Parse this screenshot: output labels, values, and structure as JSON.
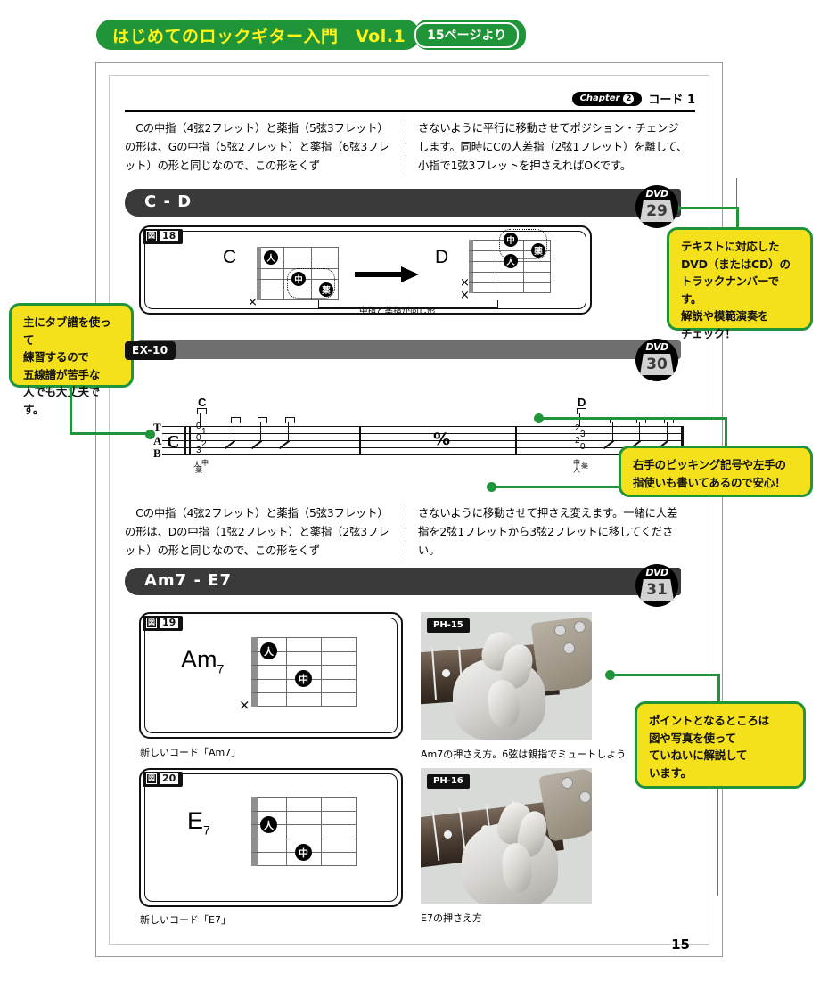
{
  "banner": {
    "title": "はじめてのロックギター入門　Vol.1",
    "subtitle": "15ページより"
  },
  "chapter": {
    "pill_word": "Chapter",
    "pill_number": "2",
    "label": "コード 1"
  },
  "text_block_1": {
    "left": "Cの中指（4弦2フレット）と薬指（5弦3フレット）の形は、Gの中指（5弦2フレット）と薬指（6弦3フレット）の形と同じなので、この形をくず",
    "right": "さないように平行に移動させてポジション・チェンジします。同時にCの人差指（2弦1フレット）を離して、小指で1弦3フレットを押さえればOKです。"
  },
  "section_cd": {
    "title": "C - D",
    "dvd_word": "DVD",
    "dvd_number": "29"
  },
  "figure_18": {
    "tag_symbol": "図",
    "tag_number": "18",
    "chord_left": "C",
    "chord_right": "D",
    "note": "中指と薬指が同じ形",
    "left_dots": [
      "人",
      "中",
      "薬"
    ],
    "right_dots": [
      "中",
      "薬",
      "人"
    ],
    "left_mute": "×",
    "right_mute": [
      "×",
      "×"
    ]
  },
  "section_ex10": {
    "tag": "EX-10",
    "dvd_word": "DVD",
    "dvd_number": "30"
  },
  "notation": {
    "clef_letters": [
      "T",
      "A",
      "B"
    ],
    "time_signature": "C",
    "chord_1": "C",
    "chord_2": "D",
    "tab_numbers_1": [
      "0",
      "1",
      "0",
      "2",
      "3"
    ],
    "tab_numbers_2": [
      "2",
      "3",
      "2",
      "0"
    ],
    "fingering_1": [
      "人",
      "中",
      "薬"
    ],
    "fingering_2": [
      "中",
      "薬",
      "人"
    ],
    "repeat_symbol": "%"
  },
  "text_block_2": {
    "left": "Cの中指（4弦2フレット）と薬指（5弦3フレット）の形は、Dの中指（1弦2フレット）と薬指（2弦3フレット）の形と同じなので、この形をくず",
    "right": "さないように移動させて押さえ変えます。一緒に人差指を2弦1フレットから3弦2フレットに移してください。"
  },
  "section_am7": {
    "title": "Am7 - E7",
    "title_main": "Am",
    "title_sub1": "7",
    "title_sep": " - E",
    "title_sub2": "7",
    "dvd_word": "DVD",
    "dvd_number": "31"
  },
  "figure_19": {
    "tag_symbol": "図",
    "tag_number": "19",
    "chord_name": "Am",
    "chord_sub": "7",
    "dots": [
      "人",
      "中"
    ],
    "mute": "×",
    "caption": "新しいコード「Am7」"
  },
  "figure_20": {
    "tag_symbol": "図",
    "tag_number": "20",
    "chord_name": "E",
    "chord_sub": "7",
    "dots": [
      "人",
      "中"
    ],
    "caption": "新しいコード「E7」"
  },
  "photo_15": {
    "tag": "PH-15",
    "caption": "Am7の押さえ方。6弦は親指でミュートしよう"
  },
  "photo_16": {
    "tag": "PH-16",
    "caption": "E7の押さえ方"
  },
  "callouts": [
    {
      "id": "dvd-callout",
      "lines": [
        "テキストに対応した",
        "DVD（またはCD）の",
        "トラックナンバーです。",
        "解説や模範演奏を",
        "チェック！"
      ]
    },
    {
      "id": "tab-callout",
      "lines": [
        "主にタブ譜を使って",
        "練習するので",
        "五線譜が苦手な",
        "人でも大丈夫です。"
      ]
    },
    {
      "id": "picking-callout",
      "lines": [
        "右手のピッキング記号や左手の",
        "指使いも書いてあるので安心！"
      ]
    },
    {
      "id": "point-callout",
      "lines": [
        "ポイントとなるところは",
        "図や写真を使って",
        "ていねいに解説して",
        "います。"
      ]
    }
  ],
  "page_number": "15",
  "colors": {
    "green": "#1f9438",
    "yellow": "#f5e01c",
    "banner_text": "#fff319",
    "bar_dark": "#3a3a3a",
    "bar_grey": "#6f6f6f"
  }
}
